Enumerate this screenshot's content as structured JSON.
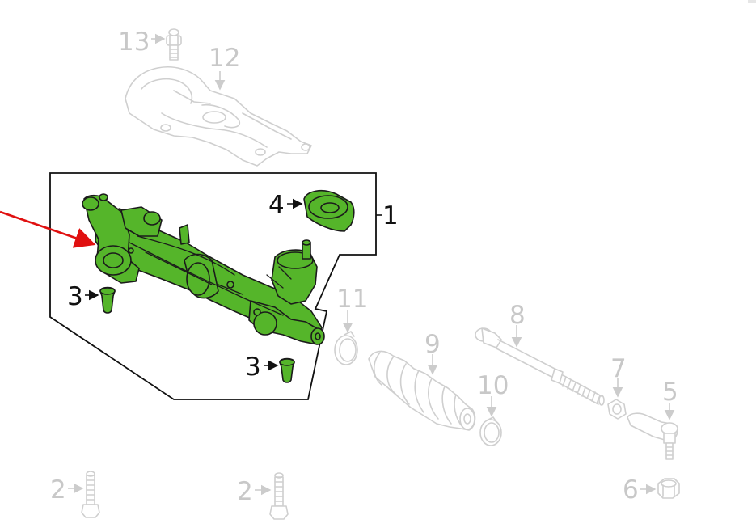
{
  "colors": {
    "highlight": "#55b52a",
    "outline": "#1b1b1b",
    "ghost": "#cfcfcf",
    "pointer_arrow": "#e01010",
    "background": "#ffffff"
  },
  "callouts": {
    "c1": "1",
    "c2a": "2",
    "c2b": "2",
    "c3a": "3",
    "c3b": "3",
    "c4": "4",
    "c5": "5",
    "c6": "6",
    "c7": "7",
    "c8": "8",
    "c9": "9",
    "c10": "10",
    "c11": "11",
    "c12": "12",
    "c13": "13"
  }
}
